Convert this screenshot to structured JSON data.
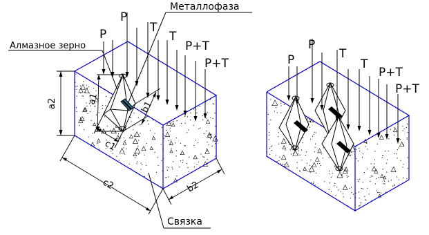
{
  "labels": {
    "metallophase": "Металлофаза",
    "diamond_grain": "Алмазное зерно",
    "bond": "Связка",
    "P": "P",
    "T": "T",
    "PT": "P+T",
    "a1": "a1",
    "a2": "a2",
    "b1": "b1",
    "b2": "b2",
    "c1": "c1",
    "c2": "c2"
  },
  "colors": {
    "box_edge": "#0000cc",
    "line": "#000000",
    "metal_fill": "#2a6a8a"
  }
}
